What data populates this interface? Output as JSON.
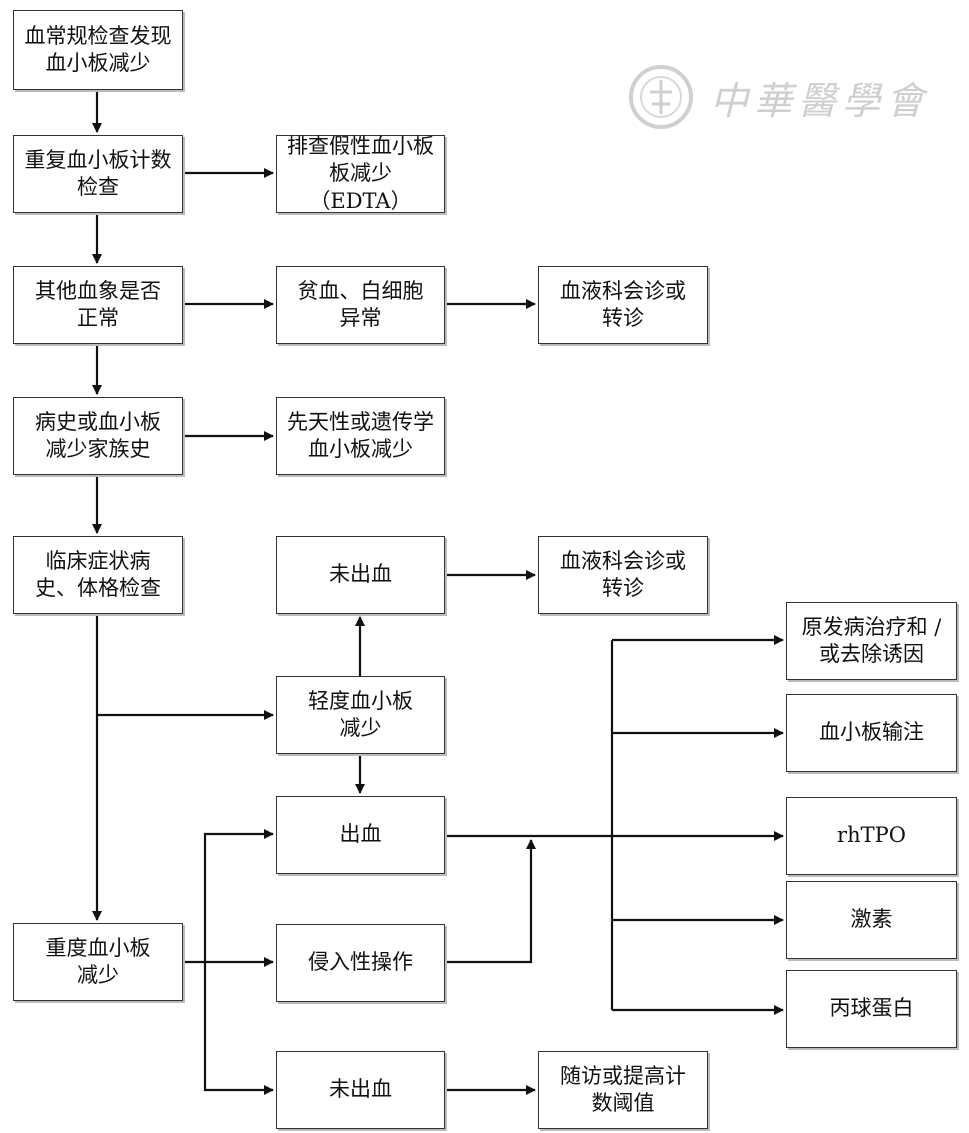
{
  "watermark": {
    "text": "中華醫學會",
    "icon": "seal-logo-icon"
  },
  "nodes": {
    "routine": "血常规检查发现\n血小板减少",
    "repeat": "重复血小板计数\n检查",
    "pseudo": "排查假性血小板\n板减少（EDTA）",
    "other": "其他血象是否\n正常",
    "anemia": "贫血、白细胞\n异常",
    "consult1": "血液科会诊或\n转诊",
    "history": "病史或血小板\n减少家族史",
    "congenital": "先天性或遗传学\n血小板减少",
    "clinical": "临床症状病\n史、体格检查",
    "nobleed1": "未出血",
    "consult2": "血液科会诊或\n转诊",
    "mild": "轻度血小板\n减少",
    "bleed": "出血",
    "invasive": "侵入性操作",
    "severe": "重度血小板\n减少",
    "nobleed2": "未出血",
    "followup": "随访或提高计\n数阈值",
    "primary": "原发病治疗和 /\n或去除诱因",
    "transfusion": "血小板输注",
    "rhtpo": "rhTPO",
    "hormone": "激素",
    "globulin": "丙球蛋白"
  }
}
